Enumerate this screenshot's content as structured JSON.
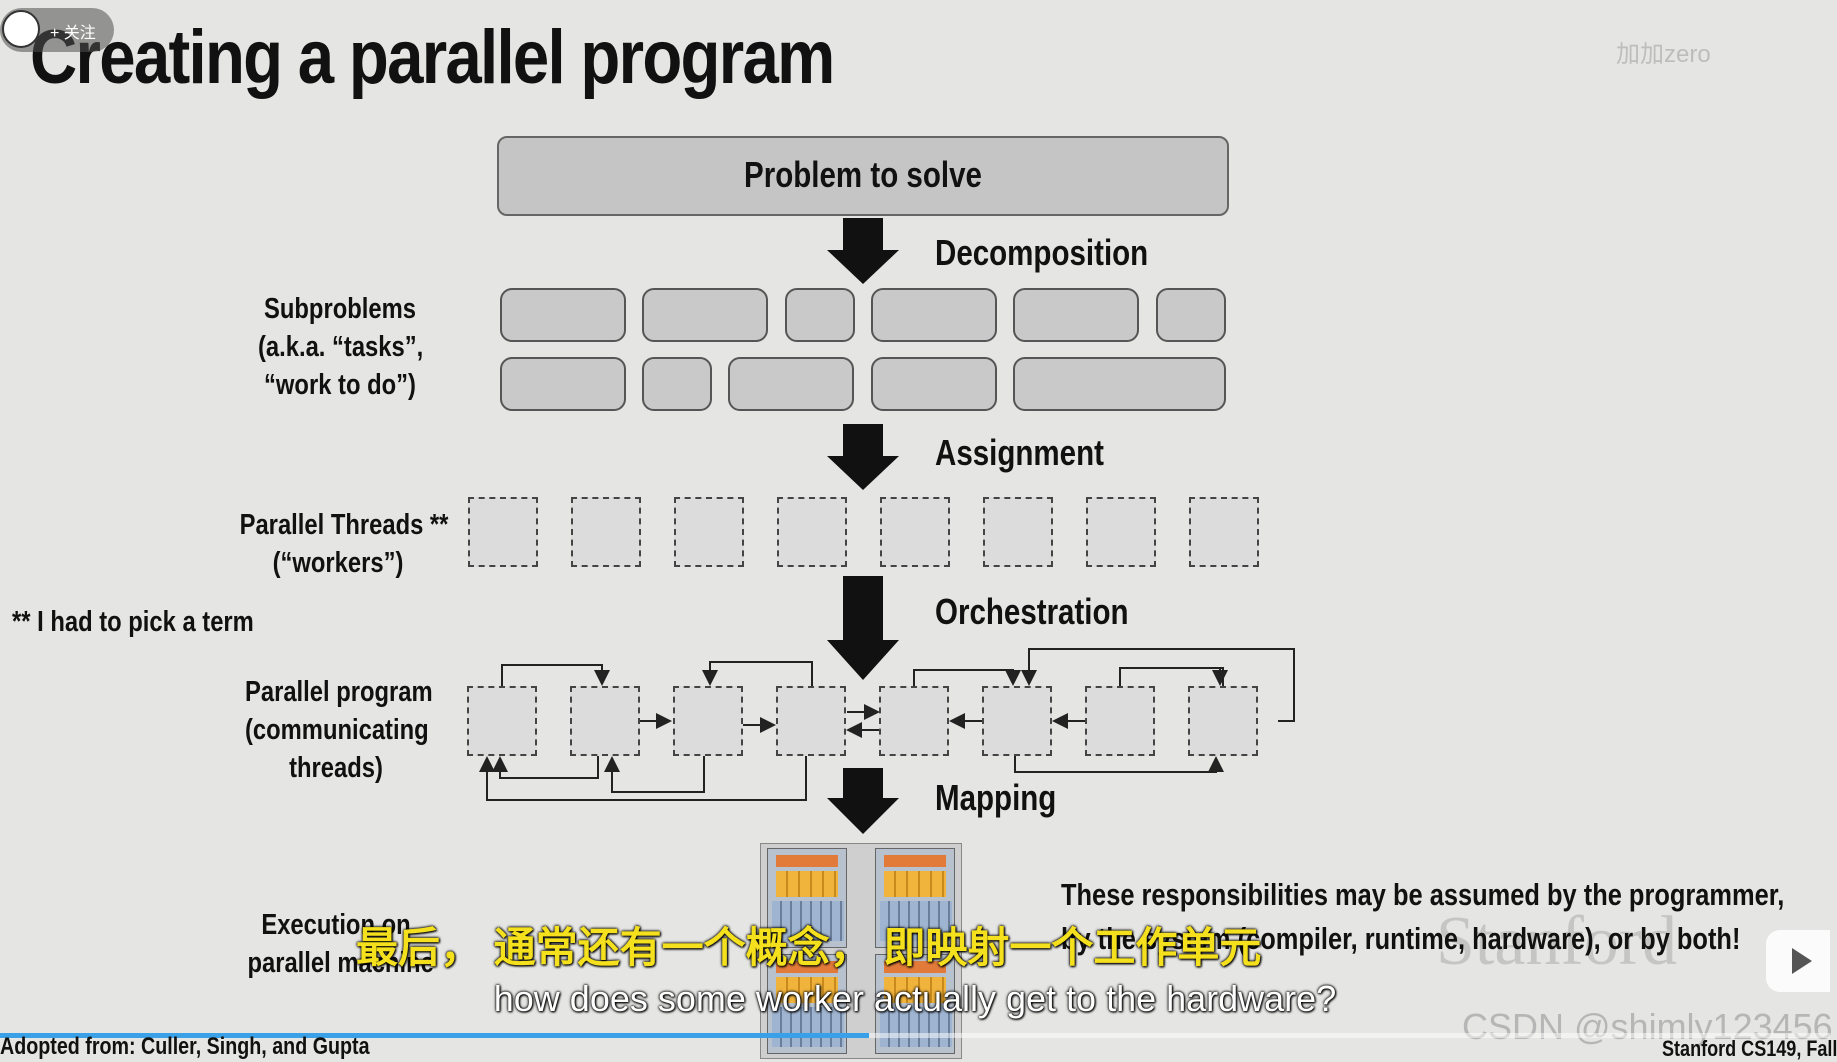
{
  "title": "Creating a parallel program",
  "follow_label": "+ 关注",
  "watermark_top": "加加zero",
  "problem_box": "Problem to solve",
  "steps": {
    "decomposition": "Decomposition",
    "assignment": "Assignment",
    "orchestration": "Orchestration",
    "mapping": "Mapping"
  },
  "side_labels": {
    "subproblems": [
      "Subproblems",
      "(a.k.a. “tasks”,",
      "“work to do”)"
    ],
    "threads": [
      "Parallel Threads **",
      "(“workers”)"
    ],
    "term_note": "** I had to pick a term",
    "program": [
      "Parallel program",
      "(communicating",
      "threads)"
    ],
    "machine": [
      "Execution on",
      "parallel machine"
    ]
  },
  "responsibilities": [
    "These responsibilities may be assumed by the programmer,",
    "by the system (compiler, runtime, hardware), or by both!"
  ],
  "subtitle_cn": "最后， 通常还有一个概念， 即映射一个工作单元",
  "subtitle_en": "how does some worker actually get to the hardware?",
  "footer_left": "Adopted from: Culler, Singh, and Gupta",
  "footer_right": "Stanford CS149, Fall",
  "watermark_csdn": "CSDN @shimly123456",
  "watermark_stanford": "Stanford",
  "video_progress": 0.475,
  "colors": {
    "background": "#e5e5e3",
    "box_fill": "#c5c5c5",
    "subtitle_cn": "#f4e01c",
    "progress": "#3aa0e8",
    "chip_orange": "#e27a3a",
    "chip_yellow": "#f0b33c",
    "chip_blue": "#9fb4d0"
  }
}
